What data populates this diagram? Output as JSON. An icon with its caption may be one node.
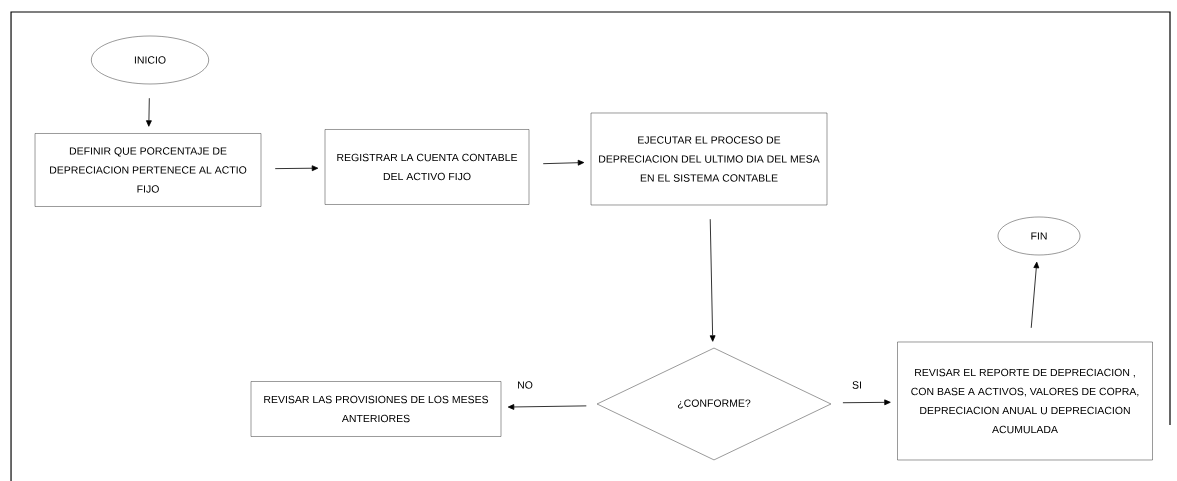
{
  "diagram": {
    "nodes": [
      {
        "text": [
          "INICIO"
        ]
      },
      {
        "text": [
          "DEFINIR QUE PORCENTAJE DE DEPRECIACION PERTENECE AL ACTIO FIJO"
        ]
      },
      {
        "text": [
          "REGISTRAR LA CUENTA CONTABLE DEL ACTIVO FIJO"
        ]
      },
      {
        "text": [
          "EJECUTAR EL PROCESO DE DEPRECIACION DEL ULTIMO DIA DEL MESA EN EL SISTEMA CONTABLE"
        ]
      },
      {
        "text": [
          "¿CONFORME?"
        ]
      },
      {
        "text": [
          "FIN"
        ]
      },
      {
        "text": [
          "REVISAR LAS PROVISIONES DE LOS MESES ANTERIORES"
        ]
      },
      {
        "text": [
          "REVISAR EL REPORTE DE DEPRECIACION , CON BASE A ACTIVOS, VALORES DE COPRA, DEPRECIACION ANUAL U DEPRECIACION ACUMULADA"
        ]
      }
    ],
    "edges": [
      {
        "from": 0,
        "to": 1,
        "arrow": "to"
      },
      {
        "from": 1,
        "to": 2,
        "arrow": "to"
      },
      {
        "from": 2,
        "to": 3,
        "arrow": "to"
      },
      {
        "from": 3,
        "to": 4,
        "arrow": "to"
      },
      {
        "from": 4,
        "to": 6,
        "arrow": "to",
        "label": "NO"
      },
      {
        "from": 4,
        "to": 7,
        "arrow": "to",
        "label": "SI"
      },
      {
        "from": 7,
        "to": 5,
        "arrow": "to"
      }
    ]
  }
}
